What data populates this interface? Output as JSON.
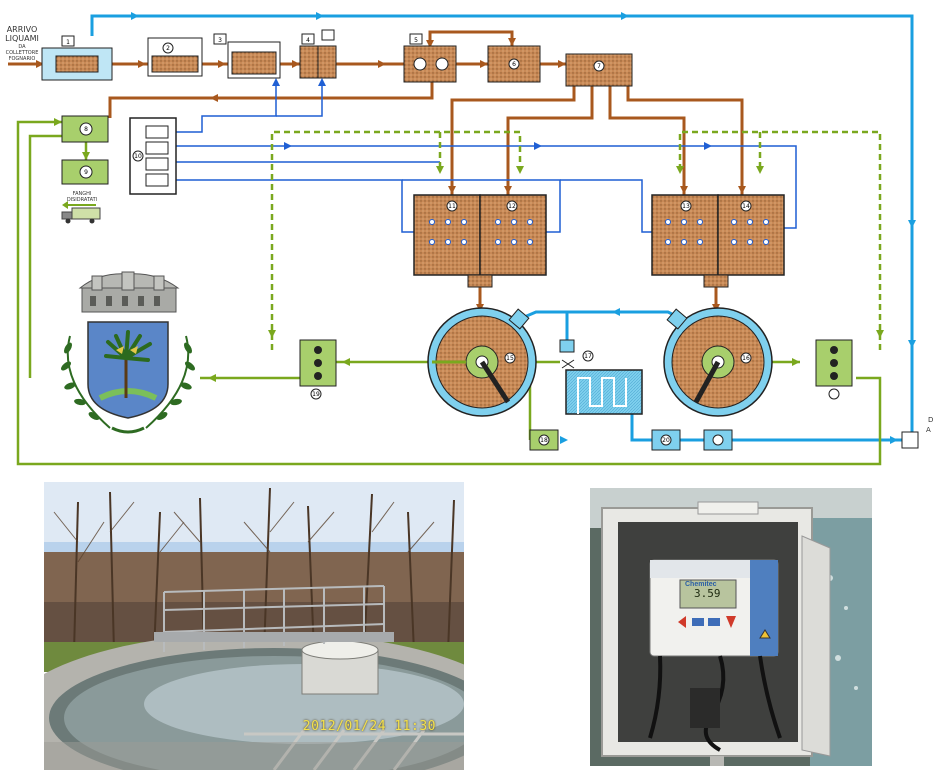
{
  "inlet": {
    "label_line1": "ARRIVO",
    "label_line2": "LIQUAMI",
    "label_line3": "DA",
    "label_line4": "COLLETTORE",
    "label_line5": "FOGNARIO"
  },
  "sludge": {
    "label_line1": "FANGHI",
    "label_line2": "DISIDRATATI"
  },
  "outlet": {
    "label_line1": "D",
    "label_line2": "A"
  },
  "node_numbers": {
    "n1": "1",
    "n2": "2",
    "n3": "3",
    "n4": "4",
    "n5": "5",
    "n6": "6",
    "n7": "7",
    "n8": "8",
    "n9": "9",
    "n10": "10",
    "n11": "11",
    "n12": "12",
    "n13": "13",
    "n14": "14",
    "n15": "15",
    "n16": "16",
    "n17": "17",
    "n18": "18",
    "n19": "19",
    "n20": "20"
  },
  "photo_clarifier": {
    "timestamp": "2012/01/24 11:30"
  },
  "photo_analyzer": {
    "brand": "Chemitec",
    "readout": "3.59"
  },
  "colors": {
    "water_line": "#1a9fe0",
    "sludge_line": "#a8581e",
    "air_line": "#1f5fd4",
    "return_line": "#7aa81e",
    "tank_fill": "#c98a58",
    "green_box": "#a8cf6c",
    "blue_tank": "#7fd0ee"
  }
}
